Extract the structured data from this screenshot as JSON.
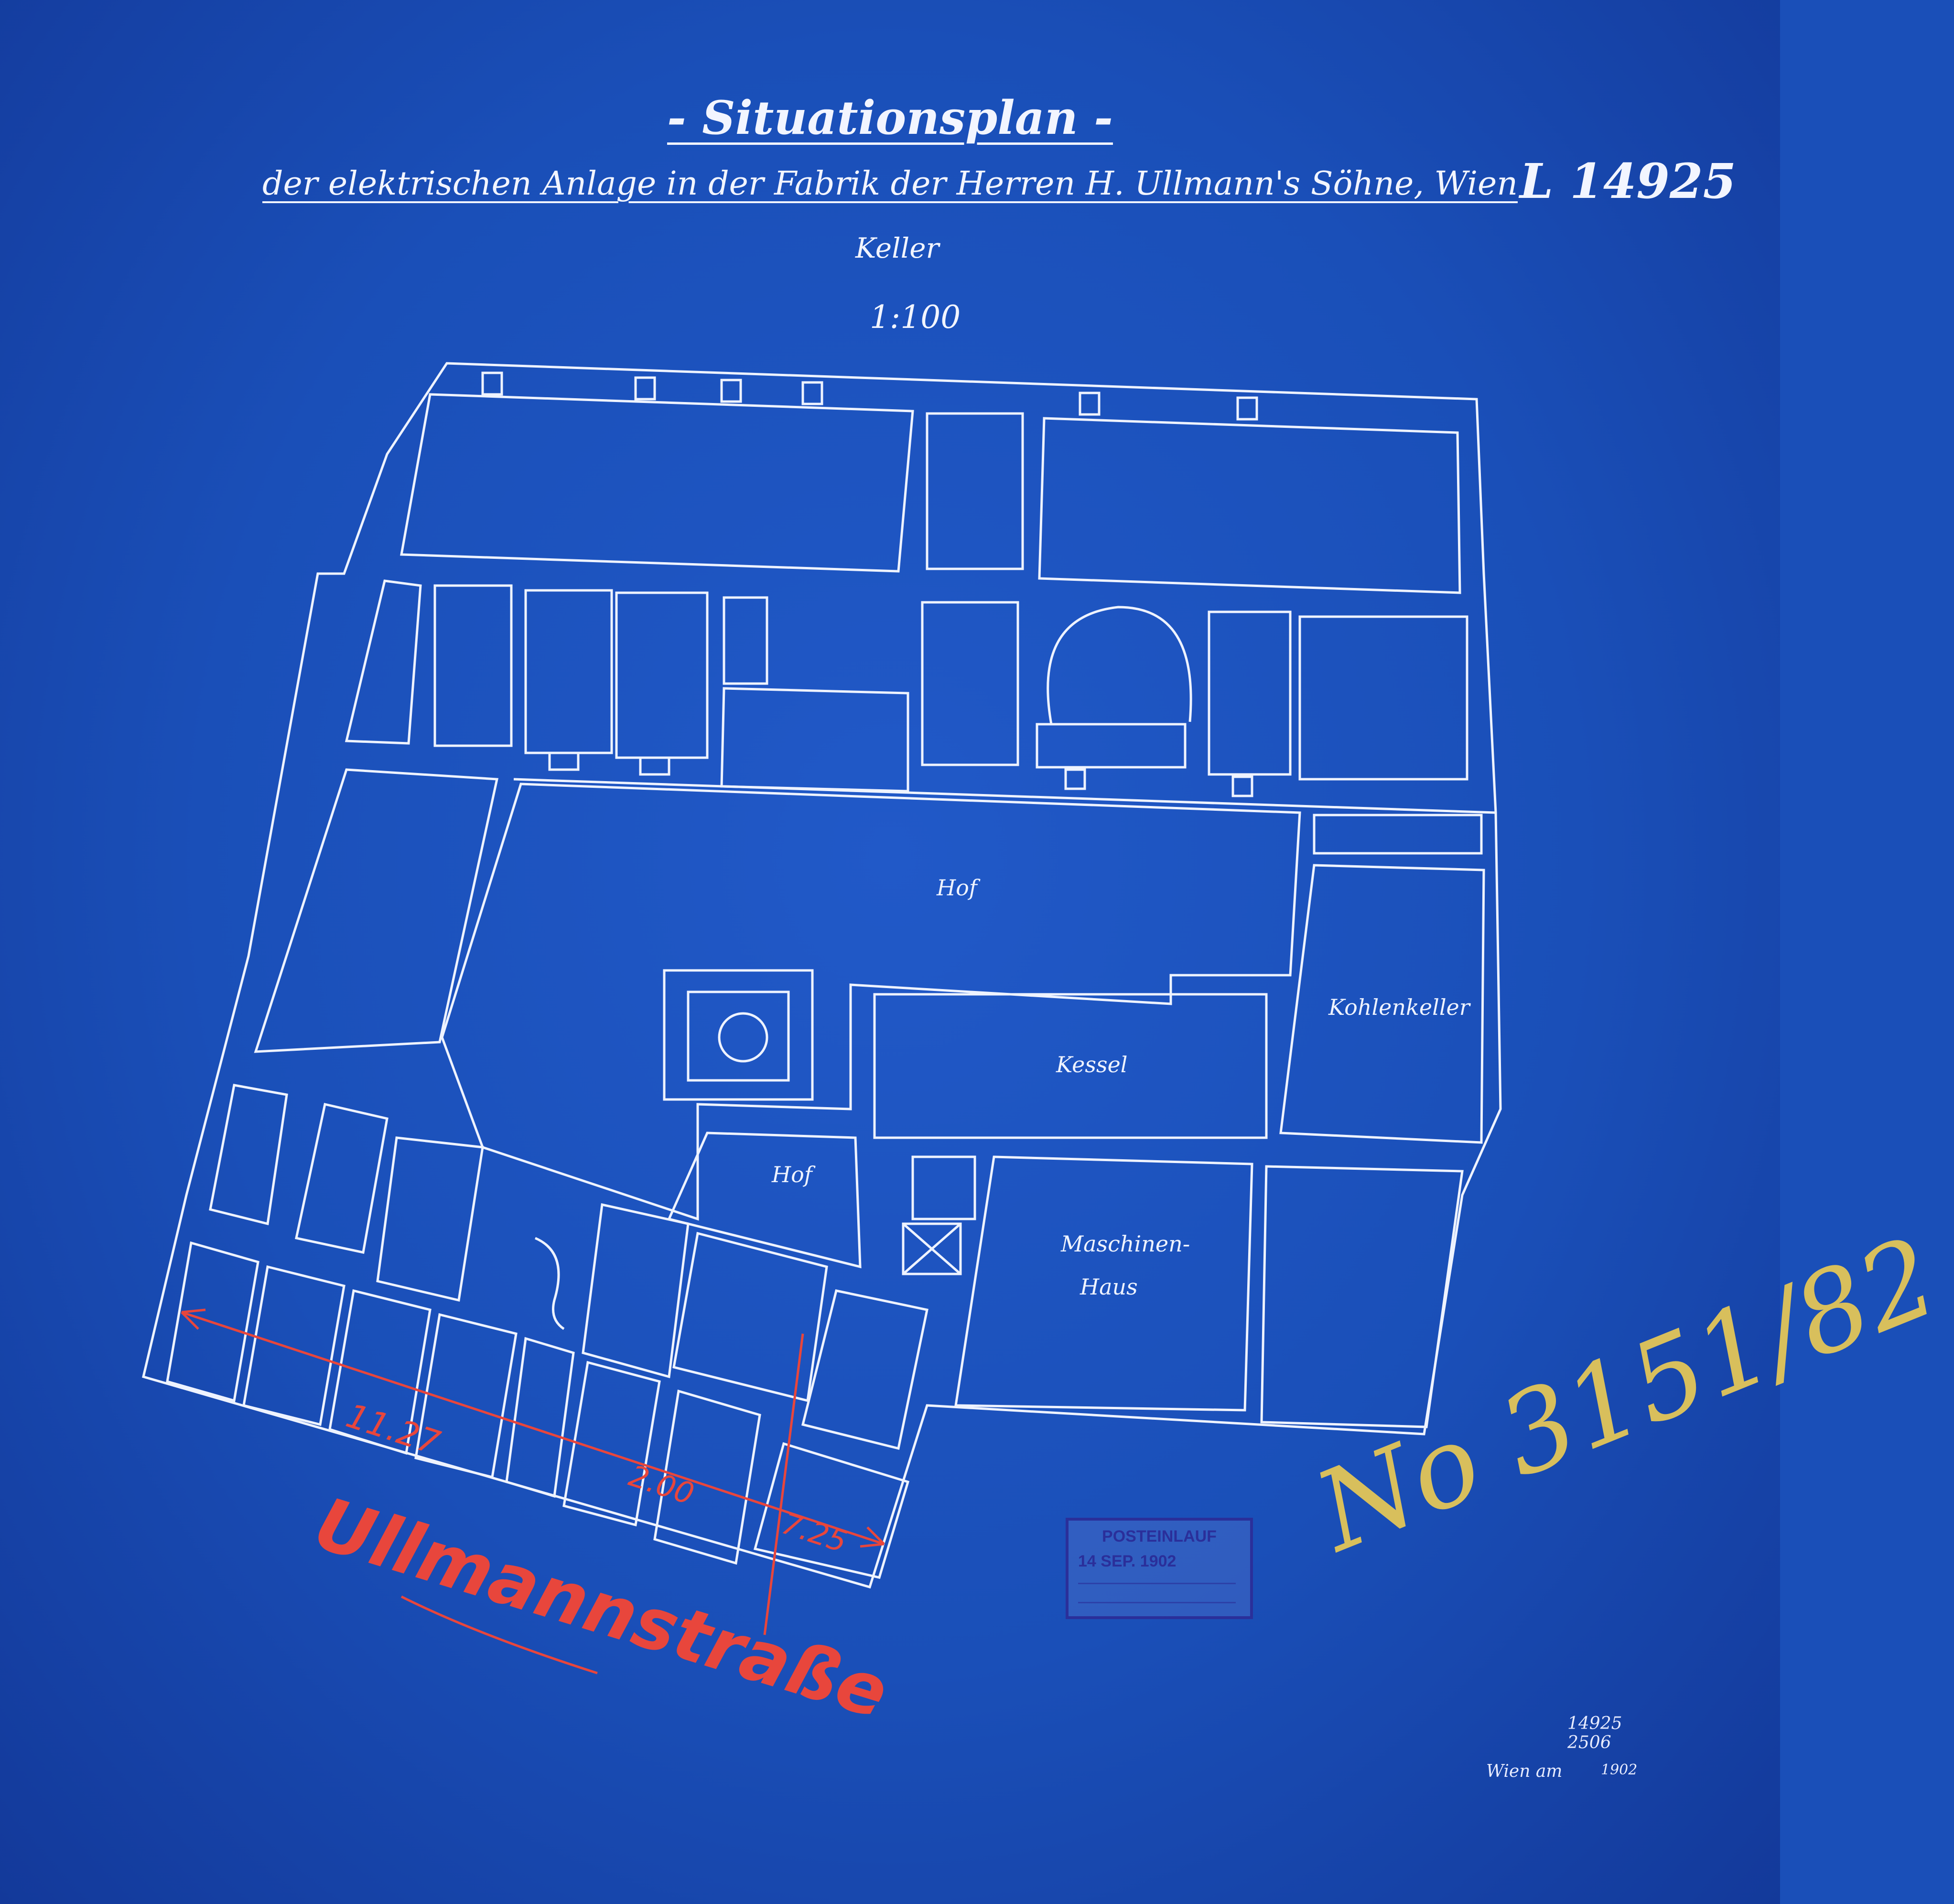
{
  "title": "- Situationsplan -",
  "subtitle": "der elektrischen Anlage in der Fabrik der Herren H. Ullmann's Söhne, Wien",
  "floor": "Keller",
  "scale": "1:100",
  "plan_number": "L 14925",
  "rooms": {
    "hof_1": "Hof",
    "hof_2": "Hof",
    "kessel": "Kessel",
    "kohlenkeller": "Kohlenkeller",
    "maschinenhaus_1": "Maschinen-",
    "maschinenhaus_2": "Haus"
  },
  "dimensions": {
    "main": "11.27",
    "a": "2.00",
    "b": "7.25"
  },
  "street": "Ullmannstraße",
  "stamp": {
    "title": "POSTEINLAUF",
    "date": "14 SEP. 1902"
  },
  "registry_number": "No 3151/82",
  "notes": {
    "line1": "14925",
    "line2": "2506",
    "line3": "Wien am",
    "line4": "1902"
  },
  "colors": {
    "paper": "#1a4fb8",
    "lines": "#eef3ff",
    "red_pencil": "#e8463c",
    "gold_pencil": "#d8bf5c",
    "stamp_ink": "#2a2f9a"
  }
}
